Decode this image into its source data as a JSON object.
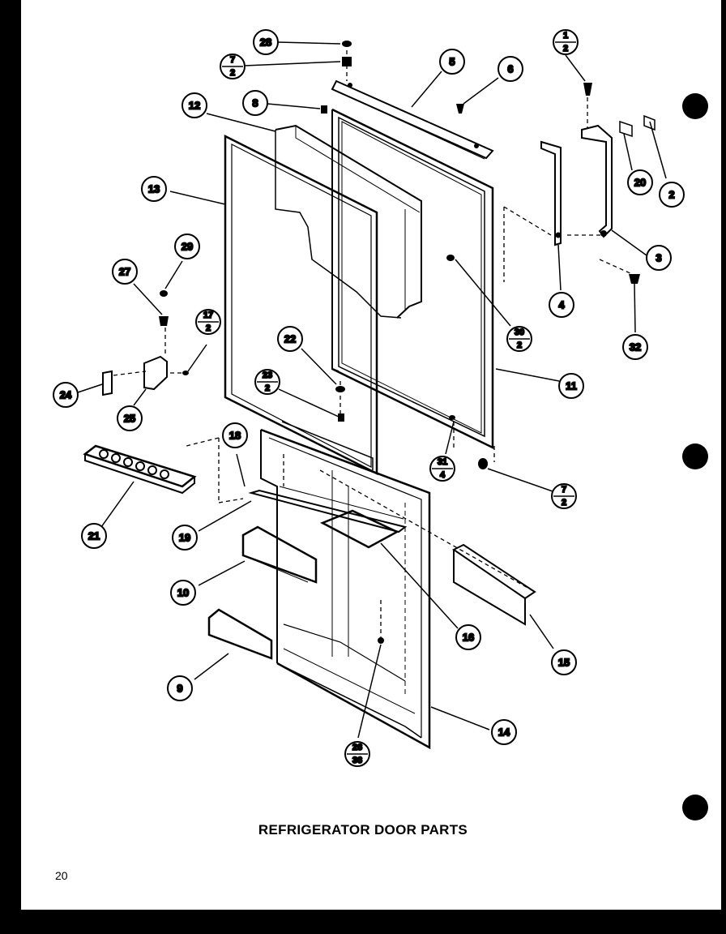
{
  "caption": "REFRIGERATOR DOOR PARTS",
  "page_number": "20",
  "callouts": [
    {
      "id": "c28",
      "top": "28"
    },
    {
      "id": "c7a",
      "top": "7",
      "bottom": "2"
    },
    {
      "id": "c8",
      "top": "8"
    },
    {
      "id": "c12",
      "top": "12"
    },
    {
      "id": "c5",
      "top": "5"
    },
    {
      "id": "c6",
      "top": "6"
    },
    {
      "id": "c1",
      "top": "1",
      "bottom": "2"
    },
    {
      "id": "c20",
      "top": "20"
    },
    {
      "id": "c2",
      "top": "2"
    },
    {
      "id": "c13",
      "top": "13"
    },
    {
      "id": "c3",
      "top": "3"
    },
    {
      "id": "c4",
      "top": "4"
    },
    {
      "id": "c29",
      "top": "29"
    },
    {
      "id": "c27",
      "top": "27"
    },
    {
      "id": "c30",
      "top": "30",
      "bottom": "2"
    },
    {
      "id": "c32",
      "top": "32"
    },
    {
      "id": "c17",
      "top": "17",
      "bottom": "2"
    },
    {
      "id": "c22",
      "top": "22"
    },
    {
      "id": "c23",
      "top": "23",
      "bottom": "2"
    },
    {
      "id": "c11",
      "top": "11"
    },
    {
      "id": "c24",
      "top": "24"
    },
    {
      "id": "c25",
      "top": "25"
    },
    {
      "id": "c18",
      "top": "18"
    },
    {
      "id": "c31",
      "top": "31",
      "bottom": "4"
    },
    {
      "id": "c7b",
      "top": "7",
      "bottom": "2"
    },
    {
      "id": "c21",
      "top": "21"
    },
    {
      "id": "c19",
      "top": "19"
    },
    {
      "id": "c10",
      "top": "10"
    },
    {
      "id": "c16",
      "top": "16"
    },
    {
      "id": "c15",
      "top": "15"
    },
    {
      "id": "c9",
      "top": "9"
    },
    {
      "id": "c14",
      "top": "14"
    },
    {
      "id": "c26",
      "top": "26",
      "bottom": "36"
    }
  ]
}
